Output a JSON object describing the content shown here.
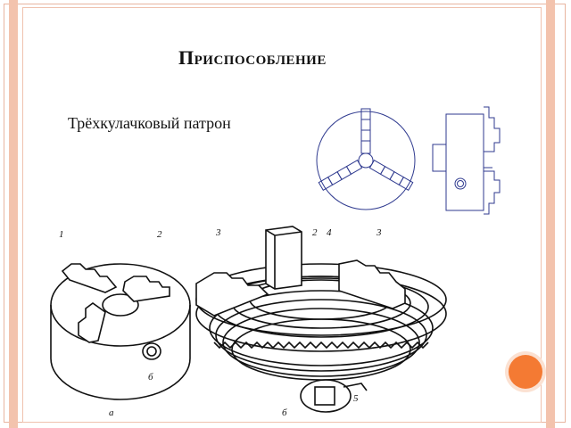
{
  "slide": {
    "title": "Приспособление",
    "subtitle": "Трёхкулачковый патрон"
  },
  "figure": {
    "part_labels": [
      "1",
      "2",
      "3",
      "2",
      "4",
      "3",
      "5"
    ],
    "view_labels": [
      "а",
      "б",
      "б"
    ]
  },
  "colors": {
    "frame": "#f3c3ad",
    "accent_circle": "#f47a33",
    "diagram_lines": "#2f3a8f"
  }
}
